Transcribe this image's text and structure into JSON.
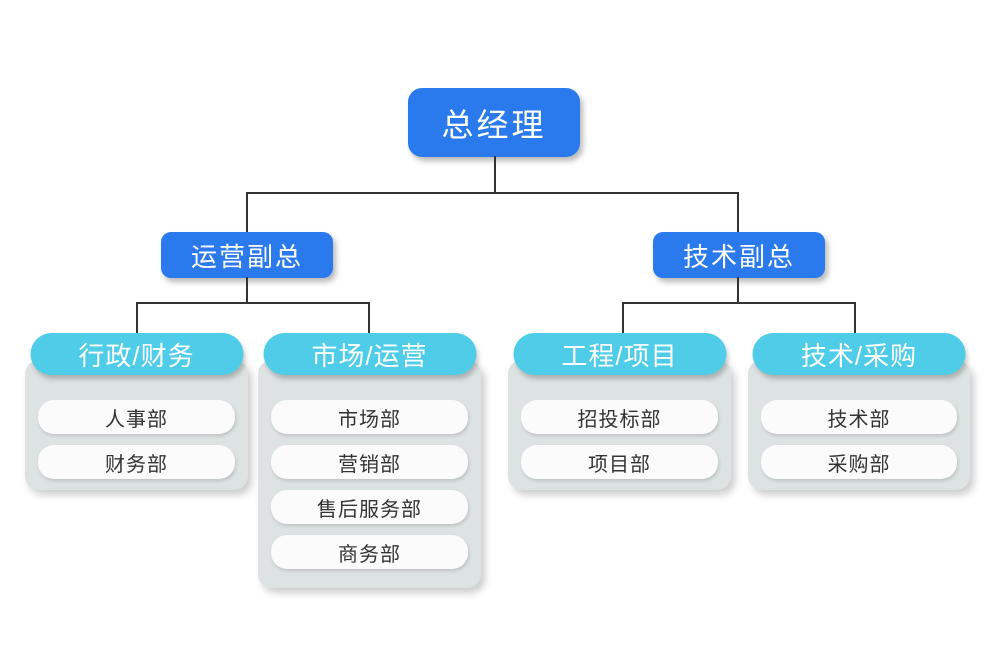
{
  "org": {
    "root": "总经理",
    "vps": [
      {
        "label": "运营副总",
        "groups": [
          {
            "header": "行政/财务",
            "items": [
              "人事部",
              "财务部"
            ]
          },
          {
            "header": "市场/运营",
            "items": [
              "市场部",
              "营销部",
              "售后服务部",
              "商务部"
            ]
          }
        ]
      },
      {
        "label": "技术副总",
        "groups": [
          {
            "header": "工程/项目",
            "items": [
              "招投标部",
              "项目部"
            ]
          },
          {
            "header": "技术/采购",
            "items": [
              "技术部",
              "采购部"
            ]
          }
        ]
      }
    ]
  },
  "colors": {
    "node_blue": "#2a7aee",
    "header_cyan": "#4fcde8",
    "card_gray": "#dce3e2",
    "item_bg": "#fafbfa",
    "connector": "#333333",
    "text_white": "#ffffff",
    "text_dark": "#333333"
  }
}
